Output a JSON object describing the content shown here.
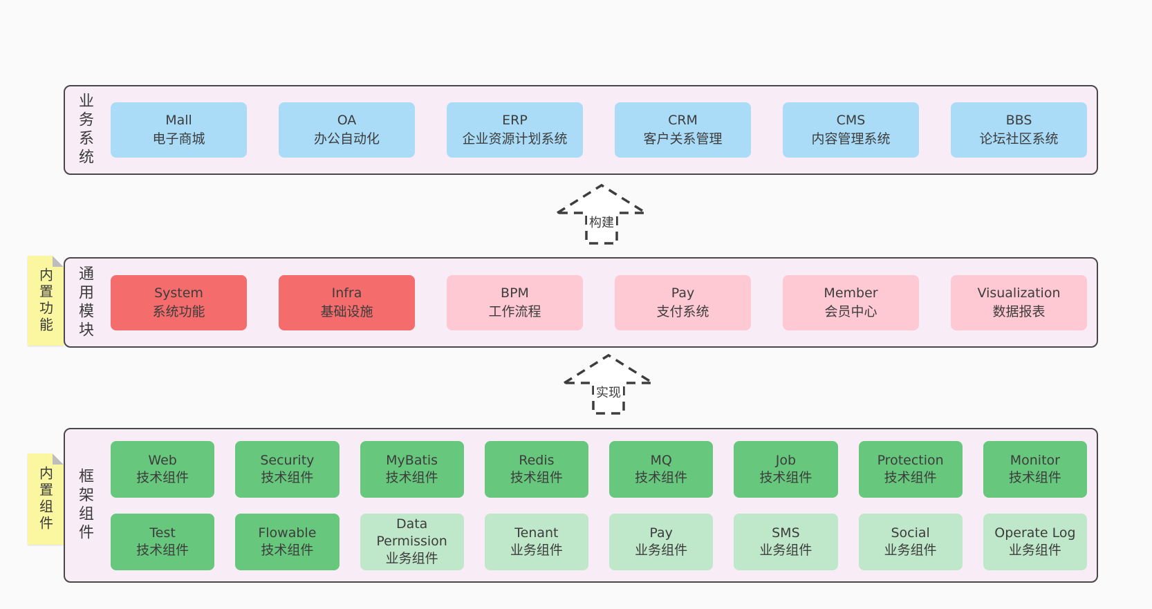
{
  "palette": {
    "blue": "#aadcf7",
    "red": "#f56c6c",
    "pink": "#fec9d2",
    "green": "#67c87d",
    "lightgreen": "#bfe7c9",
    "band_background": "#f8edf6",
    "band_border": "#474747",
    "sticky_yellow": "#faf7a0",
    "text": "#3c3c3c"
  },
  "arrows": {
    "build": "构建",
    "implement": "实现"
  },
  "bands": {
    "business": {
      "label": "业务系统",
      "boxes": [
        {
          "name": "Mall",
          "desc": "电子商城",
          "variant": "blue"
        },
        {
          "name": "OA",
          "desc": "办公自动化",
          "variant": "blue"
        },
        {
          "name": "ERP",
          "desc": "企业资源计划系统",
          "variant": "blue"
        },
        {
          "name": "CRM",
          "desc": "客户关系管理",
          "variant": "blue"
        },
        {
          "name": "CMS",
          "desc": "内容管理系统",
          "variant": "blue"
        },
        {
          "name": "BBS",
          "desc": "论坛社区系统",
          "variant": "blue"
        }
      ]
    },
    "modules": {
      "label": "通用模块",
      "sticky": "内置功能",
      "boxes": [
        {
          "name": "System",
          "desc": "系统功能",
          "variant": "red"
        },
        {
          "name": "Infra",
          "desc": "基础设施",
          "variant": "red"
        },
        {
          "name": "BPM",
          "desc": "工作流程",
          "variant": "pink"
        },
        {
          "name": "Pay",
          "desc": "支付系统",
          "variant": "pink"
        },
        {
          "name": "Member",
          "desc": "会员中心",
          "variant": "pink"
        },
        {
          "name": "Visualization",
          "desc": "数据报表",
          "variant": "pink"
        }
      ]
    },
    "framework": {
      "label": "框架组件",
      "sticky": "内置组件",
      "boxes": [
        {
          "name": "Web",
          "desc": "技术组件",
          "variant": "green"
        },
        {
          "name": "Security",
          "desc": "技术组件",
          "variant": "green"
        },
        {
          "name": "MyBatis",
          "desc": "技术组件",
          "variant": "green"
        },
        {
          "name": "Redis",
          "desc": "技术组件",
          "variant": "green"
        },
        {
          "name": "MQ",
          "desc": "技术组件",
          "variant": "green"
        },
        {
          "name": "Job",
          "desc": "技术组件",
          "variant": "green"
        },
        {
          "name": "Protection",
          "desc": "技术组件",
          "variant": "green"
        },
        {
          "name": "Monitor",
          "desc": "技术组件",
          "variant": "green"
        },
        {
          "name": "Test",
          "desc": "技术组件",
          "variant": "green"
        },
        {
          "name": "Flowable",
          "desc": "技术组件",
          "variant": "green"
        },
        {
          "name": "Data Permission",
          "desc": "业务组件",
          "variant": "lightgreen"
        },
        {
          "name": "Tenant",
          "desc": "业务组件",
          "variant": "lightgreen"
        },
        {
          "name": "Pay",
          "desc": "业务组件",
          "variant": "lightgreen"
        },
        {
          "name": "SMS",
          "desc": "业务组件",
          "variant": "lightgreen"
        },
        {
          "name": "Social",
          "desc": "业务组件",
          "variant": "lightgreen"
        },
        {
          "name": "Operate Log",
          "desc": "业务组件",
          "variant": "lightgreen"
        }
      ]
    }
  }
}
